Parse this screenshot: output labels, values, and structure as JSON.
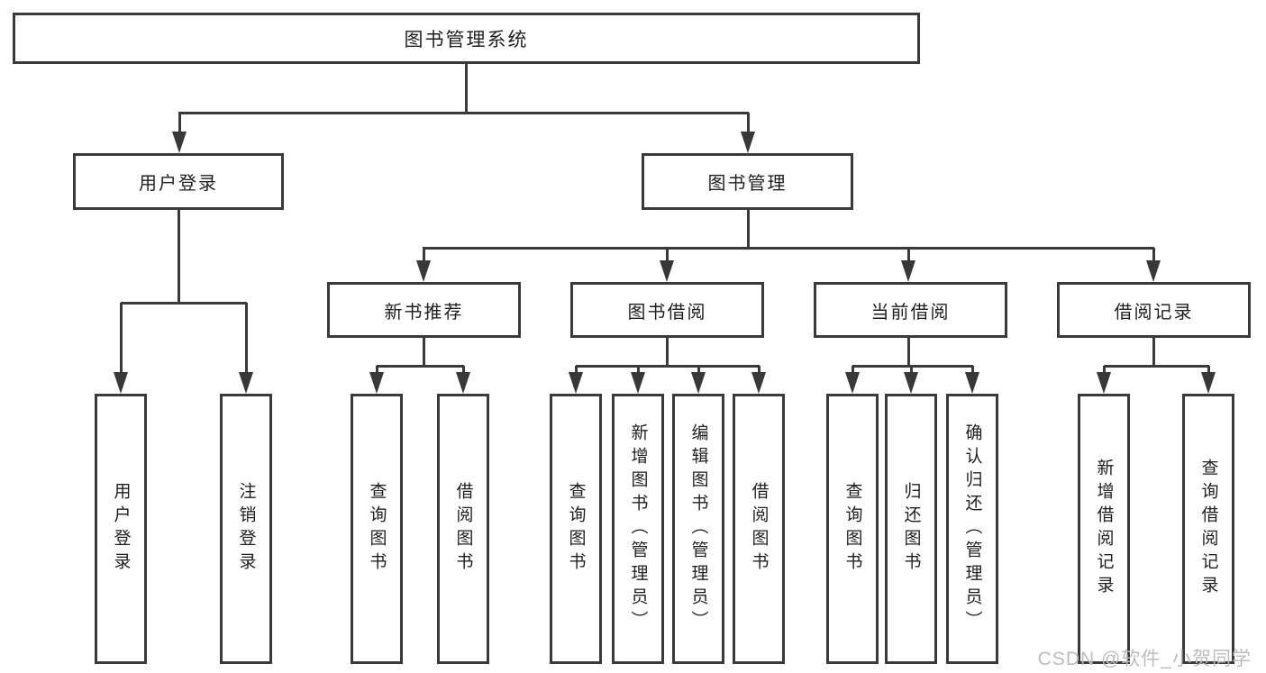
{
  "diagram": {
    "root": {
      "label": "图书管理系统"
    },
    "level1": [
      {
        "label": "用户登录"
      },
      {
        "label": "图书管理"
      }
    ],
    "level2": [
      {
        "label": "新书推荐"
      },
      {
        "label": "图书借阅"
      },
      {
        "label": "当前借阅"
      },
      {
        "label": "借阅记录"
      }
    ],
    "leaves": {
      "user_login": [
        {
          "label": "用户登录"
        },
        {
          "label": "注销登录"
        }
      ],
      "new_books": [
        {
          "label": "查询图书"
        },
        {
          "label": "借阅图书"
        }
      ],
      "book_borrow": [
        {
          "label": "查询图书"
        },
        {
          "label": "新增图书（管理员）"
        },
        {
          "label": "编辑图书（管理员）"
        },
        {
          "label": "借阅图书"
        }
      ],
      "current_borrow": [
        {
          "label": "查询图书"
        },
        {
          "label": "归还图书"
        },
        {
          "label": "确认归还（管理员）"
        }
      ],
      "borrow_records": [
        {
          "label": "新增借阅记录"
        },
        {
          "label": "查询借阅记录"
        }
      ]
    }
  },
  "watermark": {
    "text": "CSDN @软件_小贺同学"
  },
  "colors": {
    "line": "#3a3a3a",
    "text": "#1f1f1f",
    "watermark": "#bdbdbd"
  }
}
